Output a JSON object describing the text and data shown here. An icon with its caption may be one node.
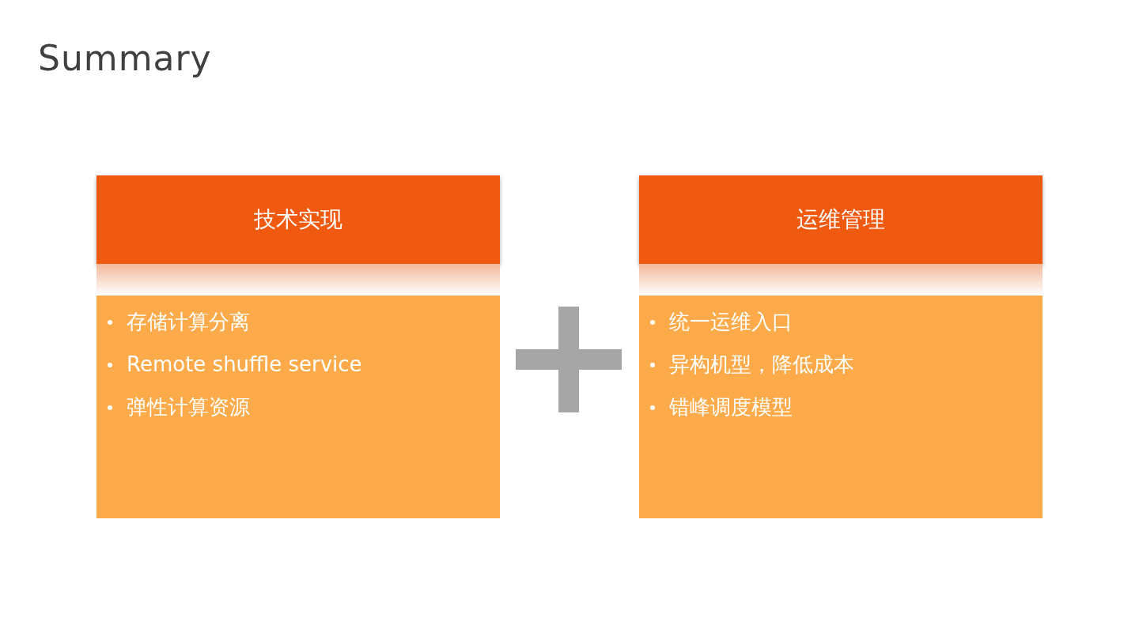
{
  "diagram": {
    "title": "Summary",
    "nodes": [
      {
        "text": [
          "技术实现"
        ]
      },
      {
        "text": [
          "存储计算分离",
          "Remote shuffle service",
          "弹性计算资源"
        ]
      },
      {
        "text": [
          "运维管理"
        ]
      },
      {
        "text": [
          "统一运维入口",
          "异构机型，降低成本",
          "错峰调度模型"
        ]
      }
    ]
  }
}
